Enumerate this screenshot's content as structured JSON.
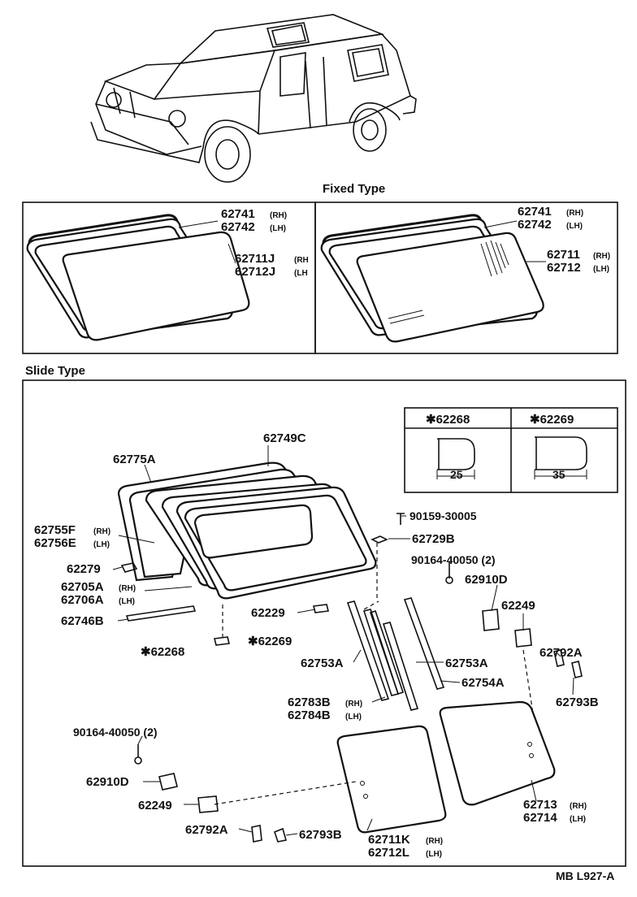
{
  "sections": {
    "fixed_title": "Fixed Type",
    "slide_title": "Slide Type"
  },
  "fixed_left": {
    "p1": "62741",
    "p1s": "(RH)",
    "p2": "62742",
    "p2s": "(LH)",
    "p3": "62711J",
    "p3s": "(RH",
    "p4": "62712J",
    "p4s": "(LH"
  },
  "fixed_right": {
    "p1": "62741",
    "p1s": "(RH)",
    "p2": "62742",
    "p2s": "(LH)",
    "p3": "62711",
    "p3s": "(RH)",
    "p4": "62712",
    "p4s": "(LH)"
  },
  "spacers": {
    "a_label": "✱62268",
    "a_dim": "25",
    "b_label": "✱62269",
    "b_dim": "35"
  },
  "slide": {
    "c62749C": "62749C",
    "c62775A": "62775A",
    "c62755F": "62755F",
    "c62755F_s": "(RH)",
    "c62756E": "62756E",
    "c62756E_s": "(LH)",
    "c62279": "62279",
    "c62705A": "62705A",
    "c62705A_s": "(RH)",
    "c62706A": "62706A",
    "c62706A_s": "(LH)",
    "c62746B": "62746B",
    "c62229": "62229",
    "c62268": "✱62268",
    "c62269": "✱62269",
    "c90159": "90159-30005",
    "c62729B": "62729B",
    "c90164a": "90164-40050 (2)",
    "c62910Da": "62910D",
    "c62249a": "62249",
    "c62792Aa": "62792A",
    "c62793Ba": "62793B",
    "c62753Aa": "62753A",
    "c62753Ab": "62753A",
    "c62754A": "62754A",
    "c62783B": "62783B",
    "c62783B_s": "(RH)",
    "c62784B": "62784B",
    "c62784B_s": "(LH)",
    "c90164b": "90164-40050 (2)",
    "c62910Db": "62910D",
    "c62249b": "62249",
    "c62792Ab": "62792A",
    "c62793Bb": "62793B",
    "c62711K": "62711K",
    "c62711K_s": "(RH)",
    "c62712L": "62712L",
    "c62712L_s": "(LH)",
    "c62713": "62713",
    "c62713_s": "(RH)",
    "c62714": "62714",
    "c62714_s": "(LH)"
  },
  "footer": {
    "code": "MB  L927-A"
  },
  "icons": [
    "vehicle-illustration",
    "window-frame",
    "glass-panel",
    "bolt-icon",
    "latch-icon",
    "spacer-icon"
  ]
}
